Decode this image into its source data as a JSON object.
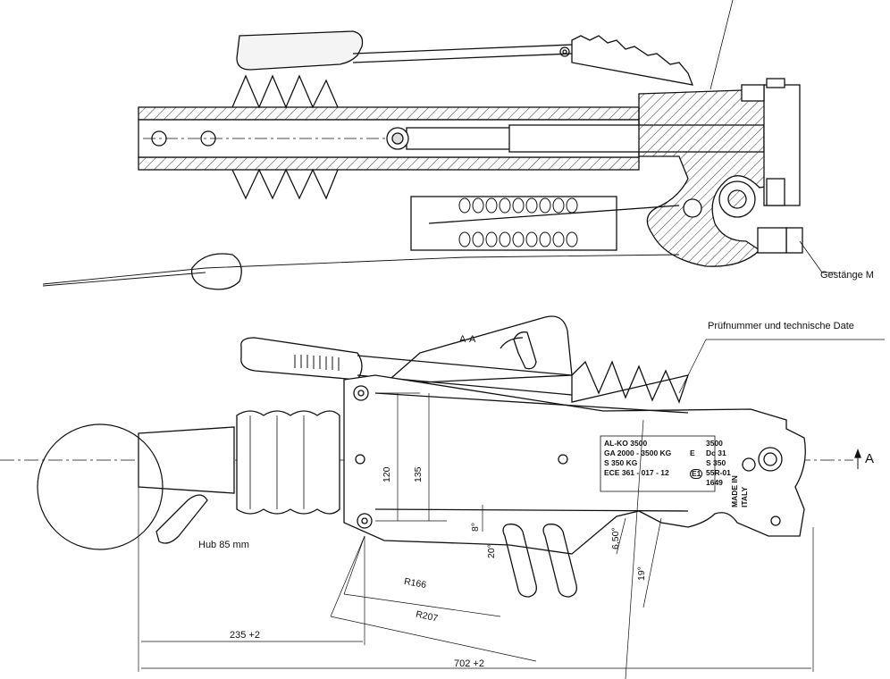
{
  "labels": {
    "gestaenge": "Gestänge M",
    "pruefnummer": "Prüfnummer und technische Date",
    "section": "A-A",
    "section_marker": "A",
    "hub": "Hub 85 mm"
  },
  "dimensions": {
    "d120": "120",
    "d135": "135",
    "r166": "R166",
    "r207": "R207",
    "deg8": "8°",
    "deg20": "20°",
    "deg650": "6,50°",
    "deg19": "19°",
    "d235": "235 +2",
    "d702": "702 +2"
  },
  "plate": {
    "line1_left": "AL-KO 3500",
    "line1_right": "3500",
    "line2_left": "GA 2000 - 3500 KG",
    "line2_e": "E",
    "line2_right": "Dc 31",
    "line3_left": "S 350 KG",
    "line3_right": "S 350",
    "line4_left": "ECE 361 - 017 - 12",
    "line4_mark": "E1",
    "line4_right": "55R-01",
    "line5_right": "1649",
    "made_in": "MADE IN",
    "italy": "ITALY"
  }
}
